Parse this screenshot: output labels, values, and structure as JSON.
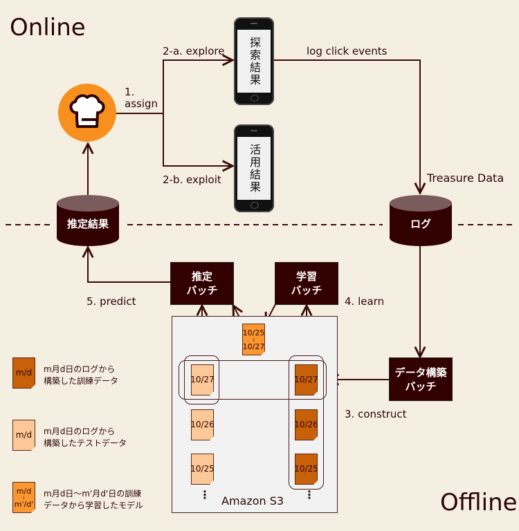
{
  "sections": {
    "online": "Online",
    "offline": "Offline"
  },
  "colors": {
    "background": "#f5efe2",
    "dark": "#330000",
    "chef_orange": "#f7901e",
    "train_data": "#c8600a",
    "test_data": "#fdc897",
    "model": "#fb9630",
    "s3_fill": "#f2f2f2"
  },
  "logo": {
    "icon": "chef-hat-icon"
  },
  "steps": {
    "assign_num": "1.",
    "assign": "assign",
    "explore": "2-a. explore",
    "exploit": "2-b. exploit",
    "log_click": "log click events",
    "treasure_data": "Treasure Data",
    "construct": "3. construct",
    "learn": "4. learn",
    "predict": "5. predict"
  },
  "phones": {
    "explore_result": "探索結果",
    "exploit_result": "活用結果"
  },
  "cylinders": {
    "prediction_result": "推定結果",
    "log": "ログ"
  },
  "batches": {
    "predict_line1": "推定",
    "predict_line2": "バッチ",
    "learn_line1": "学習",
    "learn_line2": "バッチ",
    "construct_line1": "データ構築",
    "construct_line2": "バッチ"
  },
  "s3": {
    "label": "Amazon S3",
    "model_doc": {
      "line1": "10/25",
      "tilde": "≀",
      "line2": "10/27"
    },
    "test_docs": [
      "10/27",
      "10/26",
      "10/25"
    ],
    "train_docs": [
      "10/27",
      "10/26",
      "10/25"
    ],
    "ellipsis": "⋮"
  },
  "legend": [
    {
      "type": "train",
      "doc_line1": "m/d",
      "doc_line2": "",
      "line1": "m月d日のログから",
      "line2": "構築した訓練データ"
    },
    {
      "type": "test",
      "doc_line1": "m/d",
      "doc_line2": "",
      "line1": "m月d日のログから",
      "line2": "構築したテストデータ"
    },
    {
      "type": "model",
      "doc_line1": "m/d",
      "doc_tilde": "≀",
      "doc_line2": "m'/d'",
      "line1": "m月d日〜m'月d'日の訓練",
      "line2": "データから学習したモデル"
    }
  ]
}
